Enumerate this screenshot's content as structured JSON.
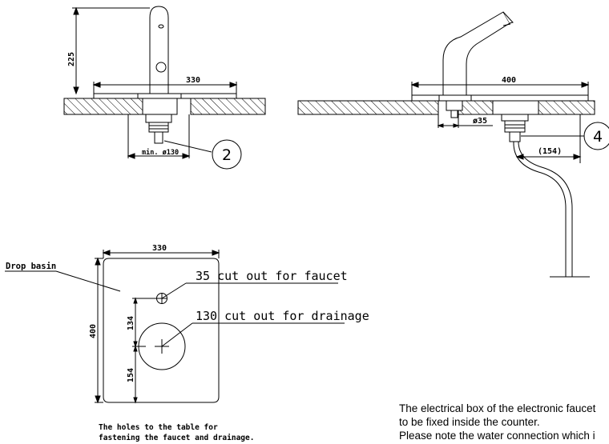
{
  "front_view": {
    "height_dim": "225",
    "width_dim": "330",
    "hole_dim": "min. ø130",
    "callout": "2"
  },
  "side_view": {
    "width_dim": "400",
    "hole_dim": "ø35",
    "length_dim": "(154)",
    "callout": "4"
  },
  "top_view": {
    "width_dim": "330",
    "height_dim": "400",
    "offset_dim_1": "134",
    "offset_dim_2": "154",
    "label_basin": "Drop basin",
    "label_faucet_hole": "35 cut out for faucet",
    "label_drain_hole": "130 cut out for drainage",
    "caption_line_1": "The holes to the table for",
    "caption_line_2": "fastening the faucet and drainage."
  },
  "notes": {
    "line_1": "The electrical box of the electronic faucet",
    "line_2": "to be fixed inside the counter.",
    "line_3": "Please note the water connection which i"
  }
}
